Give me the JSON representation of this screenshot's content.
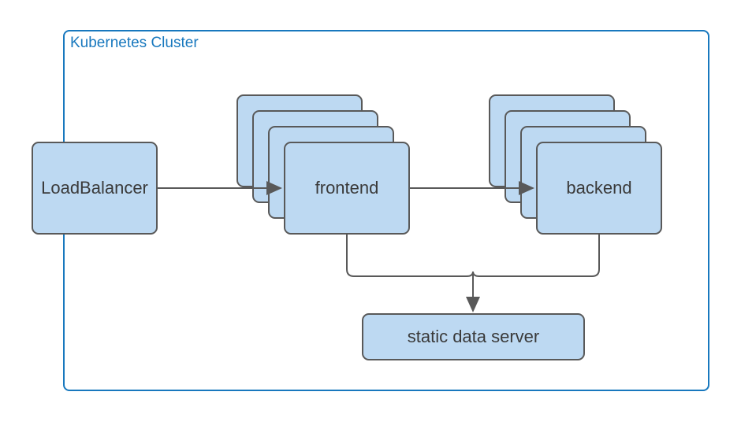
{
  "colors": {
    "canvas-bg": "#ffffff",
    "cluster-stroke": "#1878BE",
    "node-fill": "#BDD9F2",
    "node-stroke": "#595959",
    "line": "#595959",
    "text": "#3A3A3A"
  },
  "diagram": {
    "cluster": {
      "label": "Kubernetes Cluster"
    },
    "nodes": {
      "load_balancer": {
        "label": "LoadBalancer"
      },
      "frontend": {
        "label": "frontend",
        "replicas_shown": 4
      },
      "backend": {
        "label": "backend",
        "replicas_shown": 4
      },
      "static_data_server": {
        "label": "static data server"
      }
    },
    "edges": [
      {
        "from": "LoadBalancer",
        "to": "frontend",
        "arrowhead": true
      },
      {
        "from": "frontend",
        "to": "backend",
        "arrowhead": true
      },
      {
        "from": "frontend",
        "to": "static data server",
        "arrowhead": true
      },
      {
        "from": "backend",
        "to": "static data server",
        "arrowhead": true
      }
    ]
  }
}
